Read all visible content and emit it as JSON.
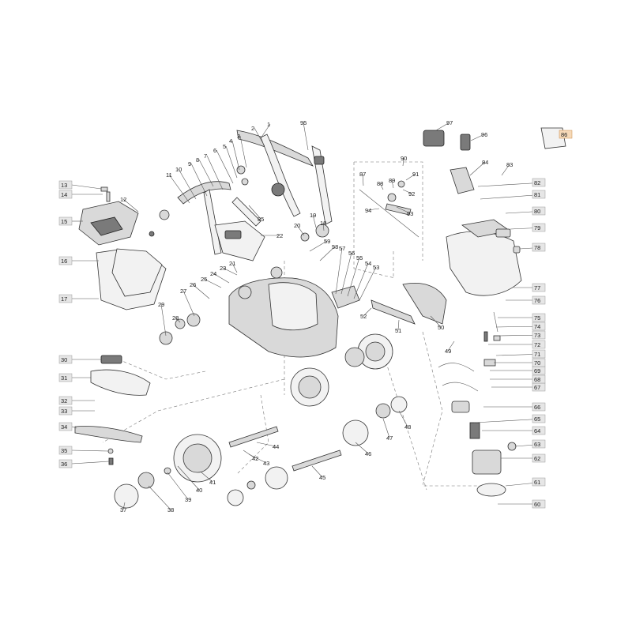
{
  "diagram": {
    "type": "exploded-parts-view",
    "part_labels": [
      {
        "id": "1"
      },
      {
        "id": "2"
      },
      {
        "id": "3"
      },
      {
        "id": "4"
      },
      {
        "id": "5"
      },
      {
        "id": "6"
      },
      {
        "id": "7"
      },
      {
        "id": "8"
      },
      {
        "id": "9"
      },
      {
        "id": "10"
      },
      {
        "id": "11"
      },
      {
        "id": "12"
      },
      {
        "id": "13"
      },
      {
        "id": "14"
      },
      {
        "id": "15"
      },
      {
        "id": "16"
      },
      {
        "id": "17"
      },
      {
        "id": "18"
      },
      {
        "id": "19"
      },
      {
        "id": "20"
      },
      {
        "id": "21"
      },
      {
        "id": "22"
      },
      {
        "id": "23"
      },
      {
        "id": "24"
      },
      {
        "id": "25"
      },
      {
        "id": "26"
      },
      {
        "id": "27"
      },
      {
        "id": "28"
      },
      {
        "id": "29"
      },
      {
        "id": "30"
      },
      {
        "id": "31"
      },
      {
        "id": "32"
      },
      {
        "id": "33"
      },
      {
        "id": "34"
      },
      {
        "id": "35"
      },
      {
        "id": "36"
      },
      {
        "id": "37"
      },
      {
        "id": "38"
      },
      {
        "id": "39"
      },
      {
        "id": "40"
      },
      {
        "id": "41"
      },
      {
        "id": "42"
      },
      {
        "id": "43"
      },
      {
        "id": "44"
      },
      {
        "id": "45"
      },
      {
        "id": "46"
      },
      {
        "id": "47"
      },
      {
        "id": "48"
      },
      {
        "id": "49"
      },
      {
        "id": "50"
      },
      {
        "id": "51"
      },
      {
        "id": "52"
      },
      {
        "id": "53"
      },
      {
        "id": "54"
      },
      {
        "id": "55"
      },
      {
        "id": "56"
      },
      {
        "id": "57"
      },
      {
        "id": "58"
      },
      {
        "id": "59"
      },
      {
        "id": "60"
      },
      {
        "id": "61"
      },
      {
        "id": "62"
      },
      {
        "id": "63"
      },
      {
        "id": "64"
      },
      {
        "id": "65"
      },
      {
        "id": "66"
      },
      {
        "id": "67"
      },
      {
        "id": "68"
      },
      {
        "id": "69"
      },
      {
        "id": "70"
      },
      {
        "id": "71"
      },
      {
        "id": "72"
      },
      {
        "id": "73"
      },
      {
        "id": "74"
      },
      {
        "id": "75"
      },
      {
        "id": "76"
      },
      {
        "id": "77"
      },
      {
        "id": "78"
      },
      {
        "id": "79"
      },
      {
        "id": "80"
      },
      {
        "id": "81"
      },
      {
        "id": "82"
      },
      {
        "id": "83"
      },
      {
        "id": "84"
      },
      {
        "id": "85"
      },
      {
        "id": "86",
        "highlighted": true
      },
      {
        "id": "87"
      },
      {
        "id": "88"
      },
      {
        "id": "89"
      },
      {
        "id": "90"
      },
      {
        "id": "91"
      },
      {
        "id": "92"
      },
      {
        "id": "93"
      },
      {
        "id": "94"
      },
      {
        "id": "95"
      },
      {
        "id": "96"
      },
      {
        "id": "97"
      }
    ],
    "colors": {
      "label_box": "#e6e6e6",
      "label_box_highlight": "#f6d9b8",
      "line": "#555555"
    }
  }
}
